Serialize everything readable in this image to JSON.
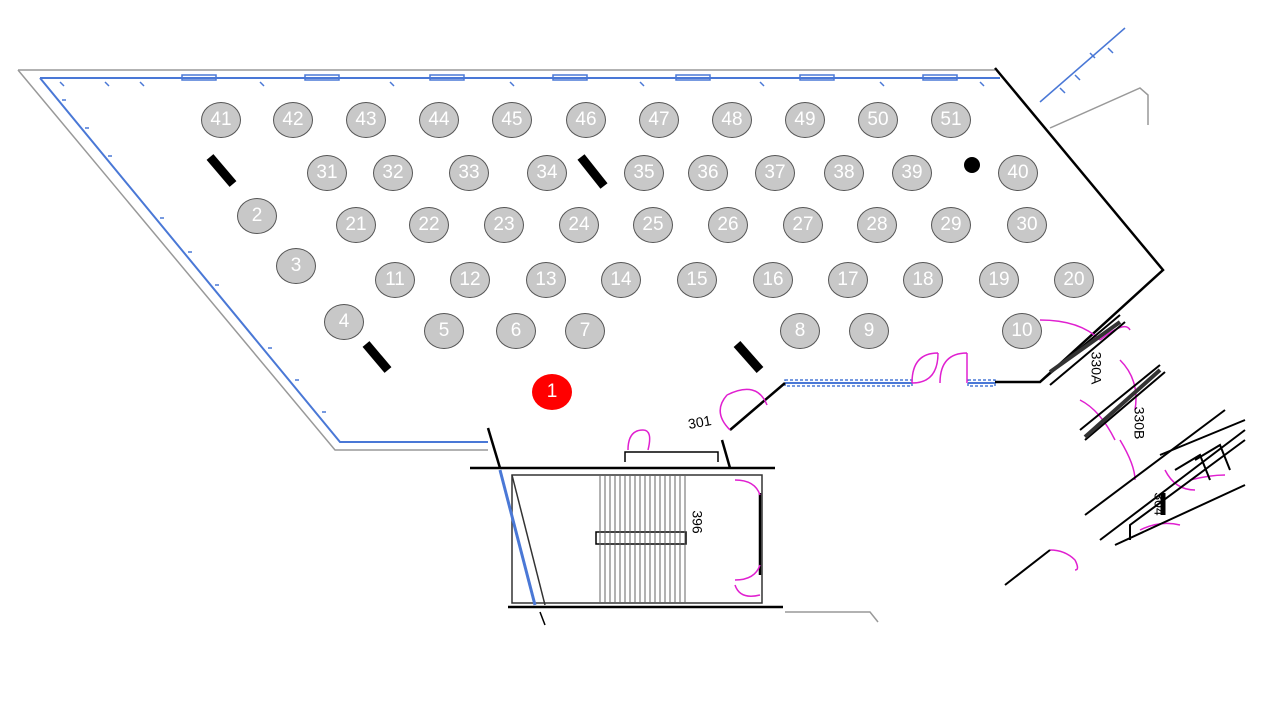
{
  "marker": {
    "label": "1",
    "color": "#ff0000"
  },
  "tables": [
    {
      "label": "2"
    },
    {
      "label": "3"
    },
    {
      "label": "4"
    },
    {
      "label": "5"
    },
    {
      "label": "6"
    },
    {
      "label": "7"
    },
    {
      "label": "8"
    },
    {
      "label": "9"
    },
    {
      "label": "10"
    },
    {
      "label": "11"
    },
    {
      "label": "12"
    },
    {
      "label": "13"
    },
    {
      "label": "14"
    },
    {
      "label": "15"
    },
    {
      "label": "16"
    },
    {
      "label": "17"
    },
    {
      "label": "18"
    },
    {
      "label": "19"
    },
    {
      "label": "20"
    },
    {
      "label": "21"
    },
    {
      "label": "22"
    },
    {
      "label": "23"
    },
    {
      "label": "24"
    },
    {
      "label": "25"
    },
    {
      "label": "26"
    },
    {
      "label": "27"
    },
    {
      "label": "28"
    },
    {
      "label": "29"
    },
    {
      "label": "30"
    },
    {
      "label": "31"
    },
    {
      "label": "32"
    },
    {
      "label": "33"
    },
    {
      "label": "34"
    },
    {
      "label": "35"
    },
    {
      "label": "36"
    },
    {
      "label": "37"
    },
    {
      "label": "38"
    },
    {
      "label": "39"
    },
    {
      "label": "40"
    },
    {
      "label": "41"
    },
    {
      "label": "42"
    },
    {
      "label": "43"
    },
    {
      "label": "44"
    },
    {
      "label": "45"
    },
    {
      "label": "46"
    },
    {
      "label": "47"
    },
    {
      "label": "48"
    },
    {
      "label": "49"
    },
    {
      "label": "50"
    },
    {
      "label": "51"
    }
  ],
  "rooms": {
    "room_301": "301",
    "room_396": "396",
    "room_330a": "330A",
    "room_330b": "330B",
    "room_304": "304"
  },
  "colors": {
    "wall": "#000000",
    "window": "#4a78d6",
    "door": "#e020d0",
    "table_fill": "#c8c8c8"
  }
}
